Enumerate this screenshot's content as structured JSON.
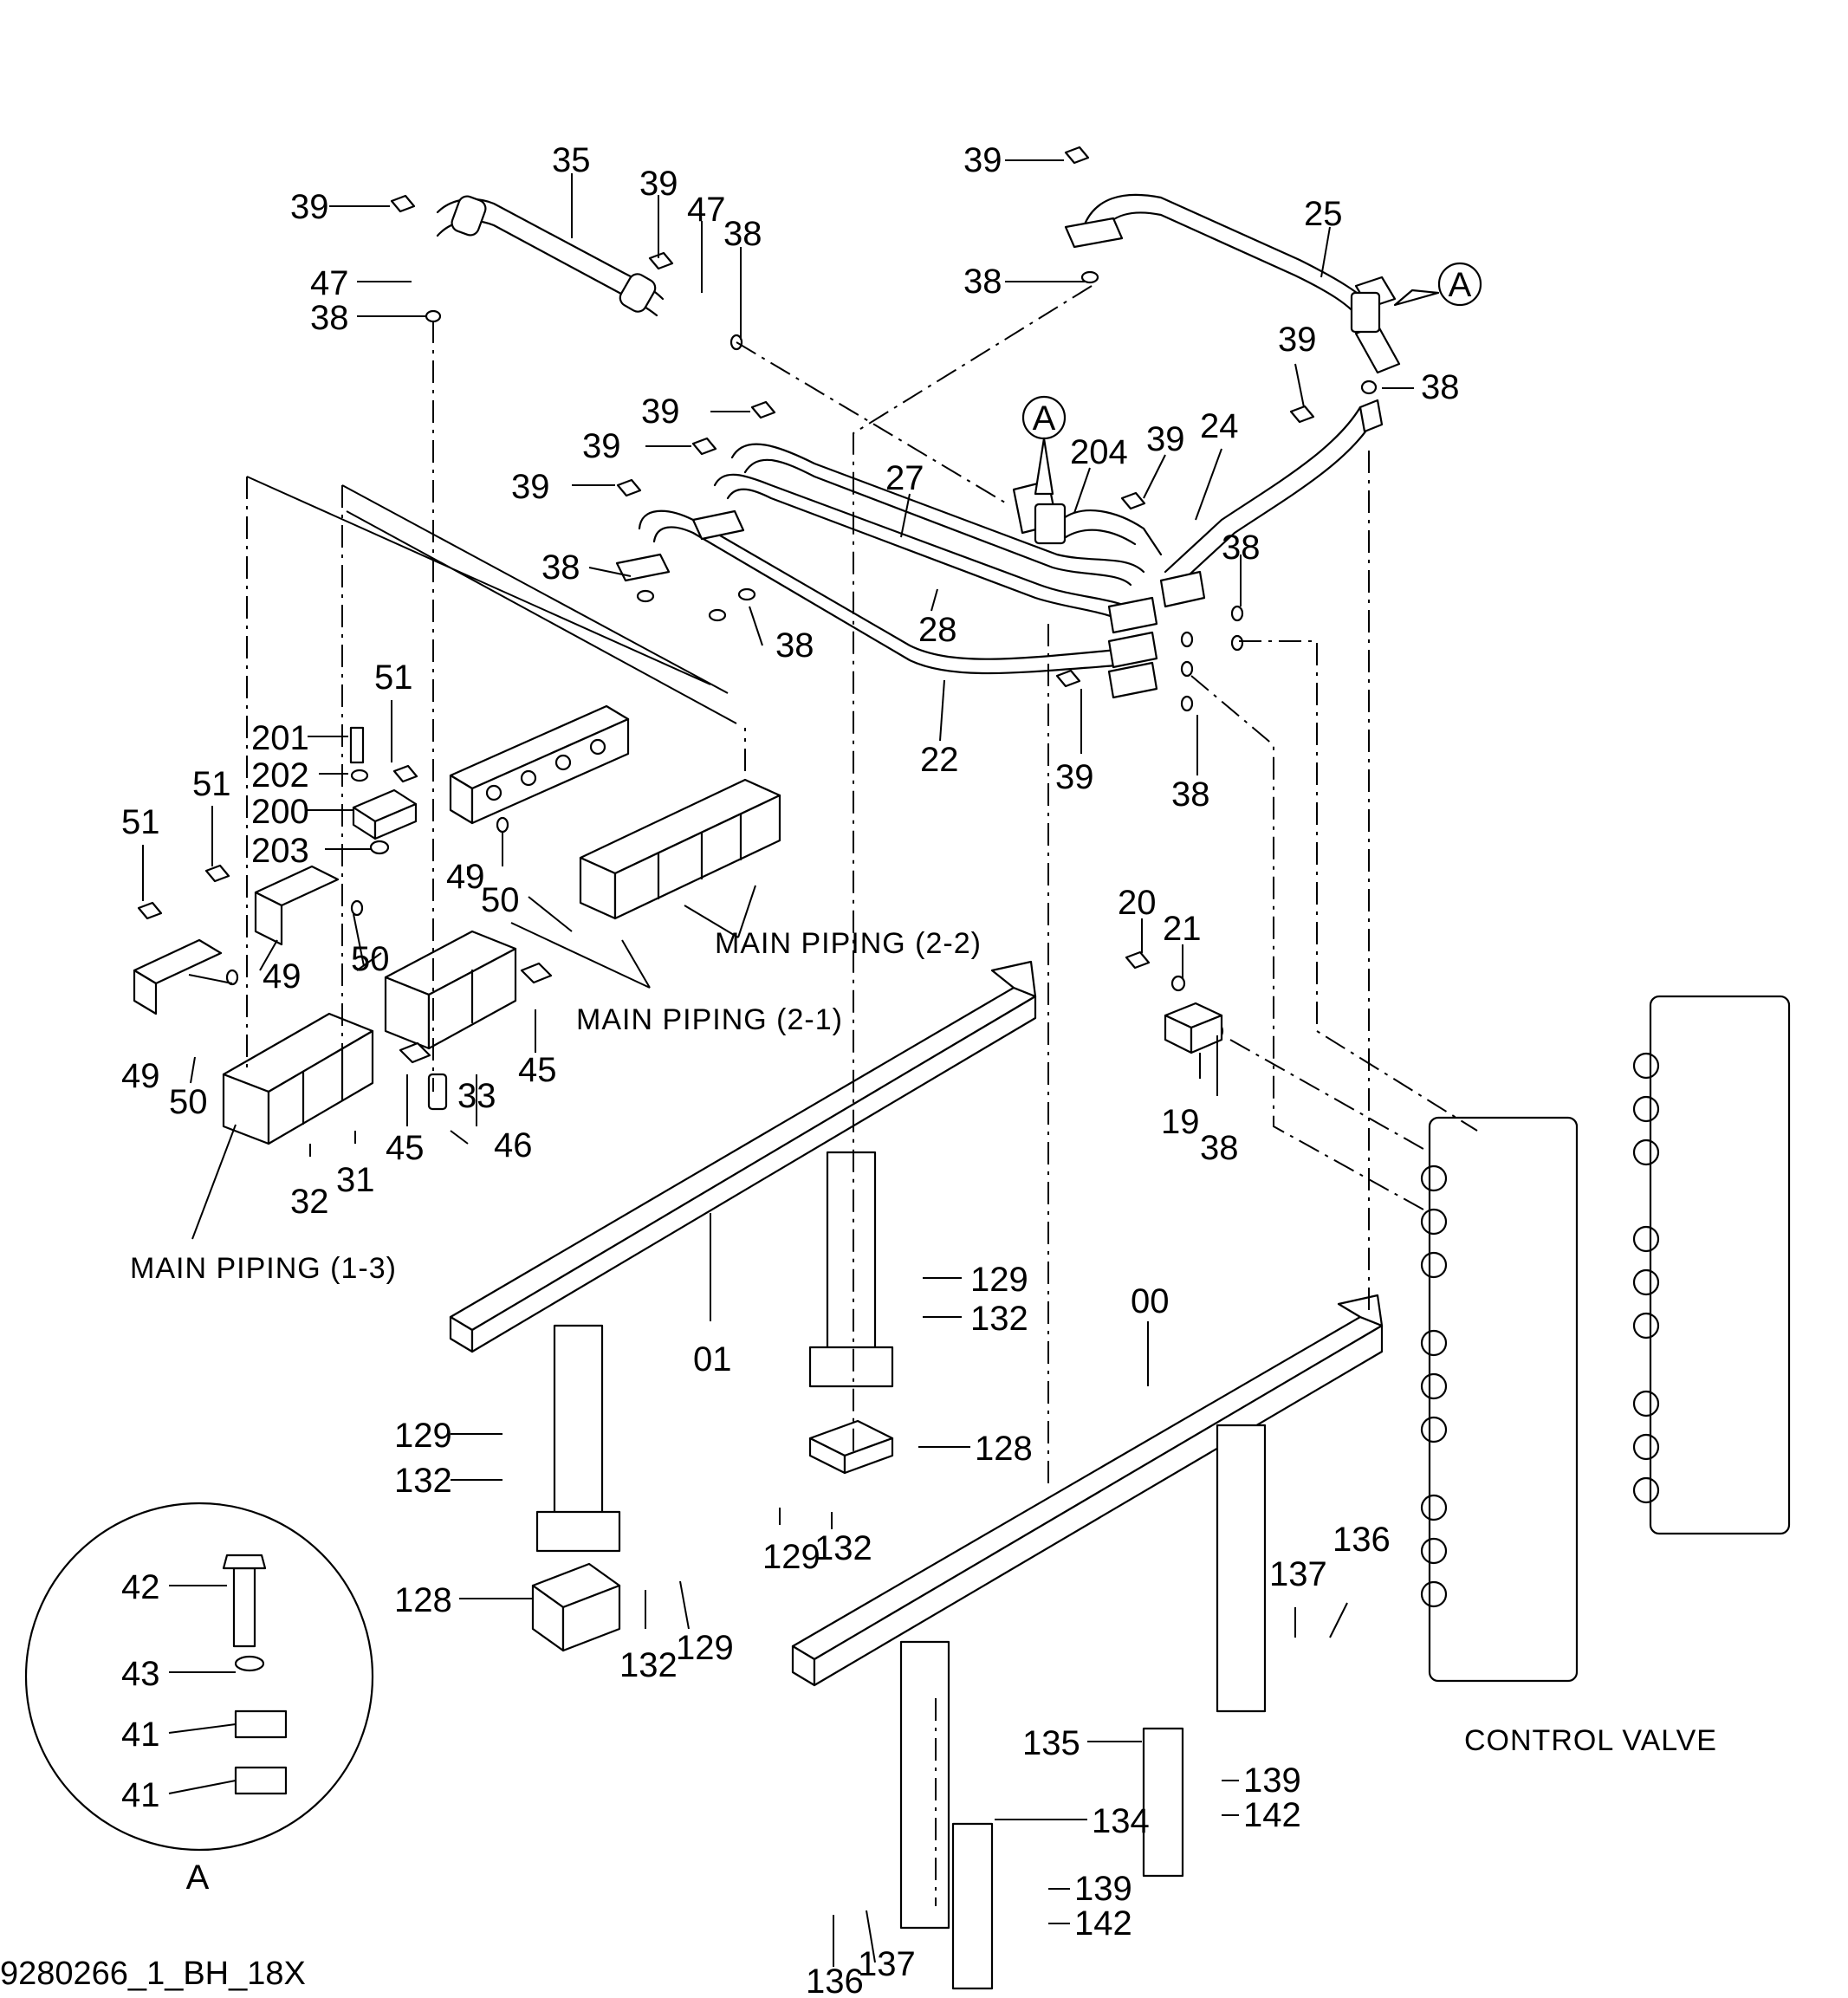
{
  "drawing_id": "9280266_1_BH_18X",
  "captions": {
    "main_piping_2_2": "MAIN  PIPING (2-2)",
    "main_piping_2_1": "MAIN  PIPING (2-1)",
    "main_piping_1_3": "MAIN  PIPING (1-3)",
    "control_valve": "CONTROL  VALVE"
  },
  "detail": {
    "marker": "A",
    "callouts": [
      "42",
      "43",
      "41",
      "41"
    ],
    "caption": "A"
  },
  "view_markers": [
    "A",
    "A"
  ],
  "callouts": [
    "35",
    "39",
    "47",
    "38",
    "39",
    "47",
    "38",
    "39",
    "38",
    "25",
    "39",
    "38",
    "24",
    "39",
    "204",
    "39",
    "39",
    "39",
    "38",
    "27",
    "28",
    "22",
    "38",
    "38",
    "39",
    "38",
    "51",
    "201",
    "202",
    "200",
    "203",
    "51",
    "51",
    "49",
    "50",
    "49",
    "50",
    "49",
    "50",
    "45",
    "33",
    "46",
    "45",
    "32",
    "31",
    "20",
    "21",
    "19",
    "38",
    "129",
    "132",
    "01",
    "00",
    "128",
    "129",
    "132",
    "129",
    "132",
    "128",
    "132",
    "129",
    "137",
    "136",
    "135",
    "139",
    "142",
    "134",
    "139",
    "142",
    "136",
    "137"
  ]
}
